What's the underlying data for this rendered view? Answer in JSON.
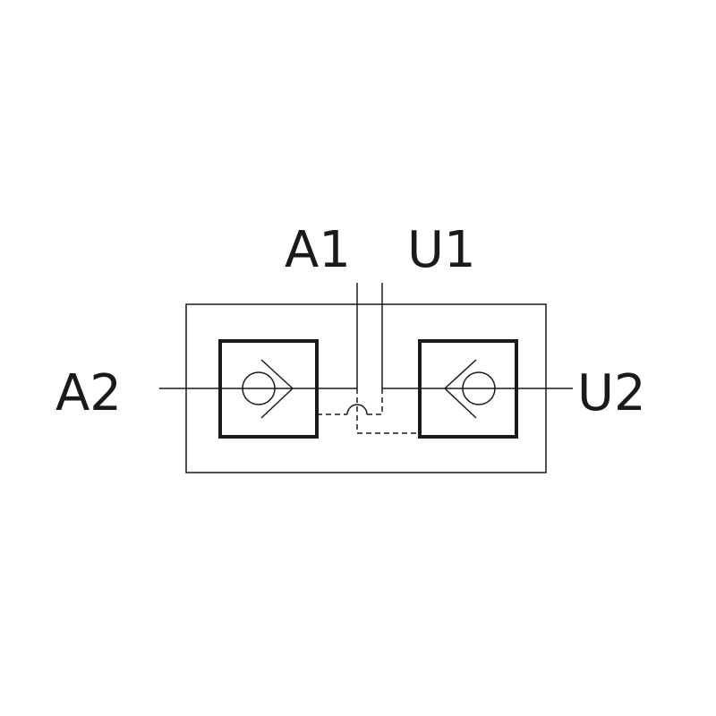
{
  "diagram": {
    "type": "hydraulic-schematic",
    "ports": {
      "a1": "A1",
      "u1": "U1",
      "a2": "A2",
      "u2": "U2"
    },
    "components": [
      {
        "kind": "check-valve",
        "position": "left"
      },
      {
        "kind": "check-valve",
        "position": "right"
      }
    ],
    "colors": {
      "line": "#1a1a1a",
      "background": "#ffffff"
    }
  }
}
